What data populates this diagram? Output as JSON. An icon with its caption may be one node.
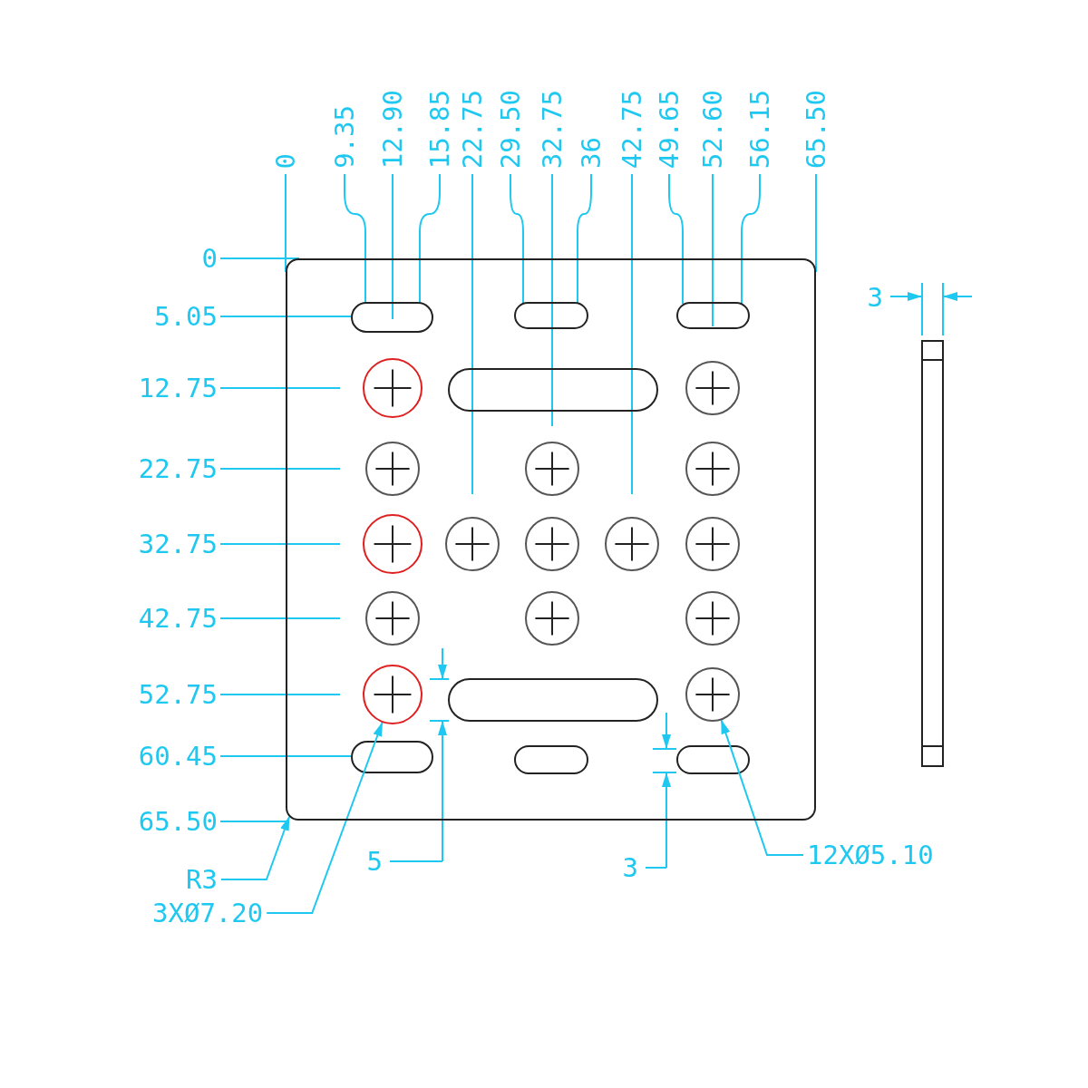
{
  "diagram": {
    "nodes": [
      {
        "text": [],
        "shape": "box"
      },
      {
        "text": [
          "R3"
        ]
      },
      {
        "text": [
          "3XØ7.20"
        ]
      },
      {
        "text": [],
        "shape": "circle",
        "in": 0
      },
      {
        "text": [
          "12XØ5.10"
        ]
      },
      {
        "text": [],
        "shape": "circle",
        "in": 0
      }
    ],
    "edges": [
      {
        "from": 1,
        "to": 0,
        "arrow": "to"
      },
      {
        "from": 2,
        "to": 3,
        "arrow": "to"
      },
      {
        "from": 4,
        "to": 5,
        "arrow": "to"
      }
    ],
    "labels": [
      "0",
      "9.35",
      "12.90",
      "15.85",
      "22.75",
      "29.50",
      "32.75",
      "36",
      "42.75",
      "49.65",
      "52.60",
      "56.15",
      "65.50",
      "3",
      "0",
      "5.05",
      "12.75",
      "22.75",
      "32.75",
      "42.75",
      "52.75",
      "60.45",
      "65.50",
      "5",
      "3"
    ]
  }
}
